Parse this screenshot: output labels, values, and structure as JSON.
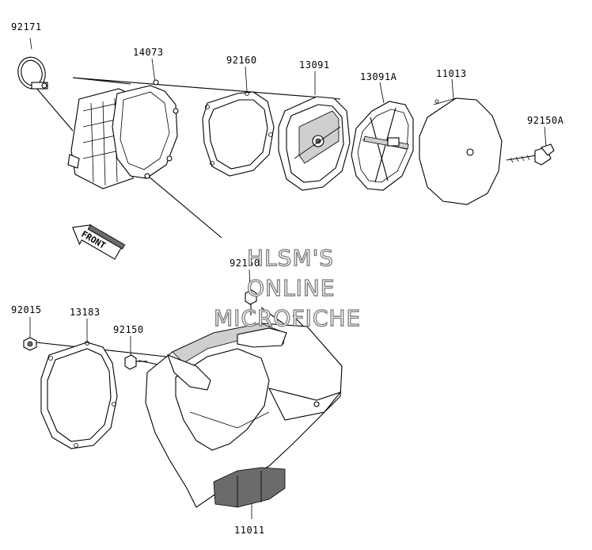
{
  "labels": {
    "p92171": "92171",
    "p14073": "14073",
    "p92160": "92160",
    "p13091": "13091",
    "p13091A": "13091A",
    "p11013": "11013",
    "p92150A": "92150A",
    "p92150_top": "92150",
    "p92015": "92015",
    "p13183": "13183",
    "p92150_left": "92150",
    "p11011": "11011"
  },
  "front_arrow": "FRONT",
  "watermark": {
    "line1": "HLSM'S",
    "line2": "ONLINE",
    "line3": "MICROFICHE"
  }
}
